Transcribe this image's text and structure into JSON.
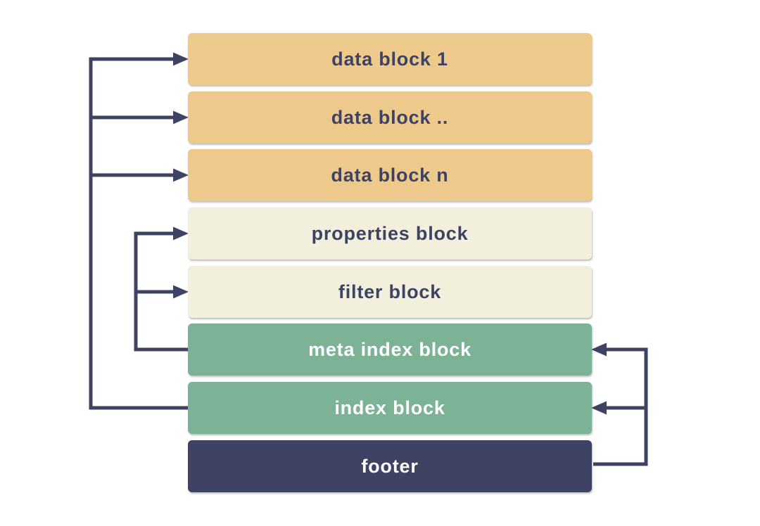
{
  "diagram": {
    "blocks": [
      {
        "label": "data block 1",
        "category": "data"
      },
      {
        "label": "data block ..",
        "category": "data"
      },
      {
        "label": "data block n",
        "category": "data"
      },
      {
        "label": "properties block",
        "category": "meta"
      },
      {
        "label": "filter block",
        "category": "meta"
      },
      {
        "label": "meta index block",
        "category": "index"
      },
      {
        "label": "index block",
        "category": "index"
      },
      {
        "label": "footer",
        "category": "footer"
      }
    ],
    "edges": [
      {
        "from": "index block",
        "to": "data block 1"
      },
      {
        "from": "index block",
        "to": "data block .."
      },
      {
        "from": "index block",
        "to": "data block n"
      },
      {
        "from": "meta index block",
        "to": "properties block"
      },
      {
        "from": "meta index block",
        "to": "filter block"
      },
      {
        "from": "footer",
        "to": "meta index block"
      },
      {
        "from": "footer",
        "to": "index block"
      }
    ],
    "colors": {
      "data_block_bg": "#eec98c",
      "meta_block_bg": "#f2efdc",
      "index_block_bg": "#7cb296",
      "footer_bg": "#3e4364",
      "arrow": "#3e4364",
      "text_dark": "#3e4364",
      "text_light": "#ffffff",
      "background": "#ffffff"
    }
  }
}
